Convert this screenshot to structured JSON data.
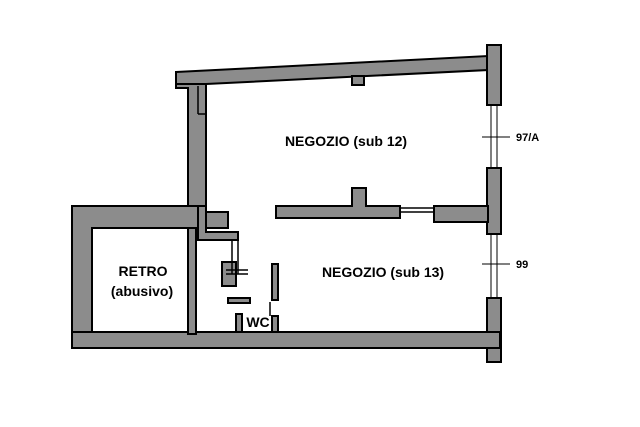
{
  "plan": {
    "rooms": {
      "negozio_12": "NEGOZIO (sub 12)",
      "negozio_13": "NEGOZIO (sub 13)",
      "retro_line1": "RETRO",
      "retro_line2": "(abusivo)",
      "wc": "WC"
    },
    "civic_numbers": {
      "upper": "97/A",
      "lower": "99"
    },
    "colors": {
      "wall": "#8c8c8c",
      "outline": "#000000",
      "background": "#ffffff"
    }
  }
}
